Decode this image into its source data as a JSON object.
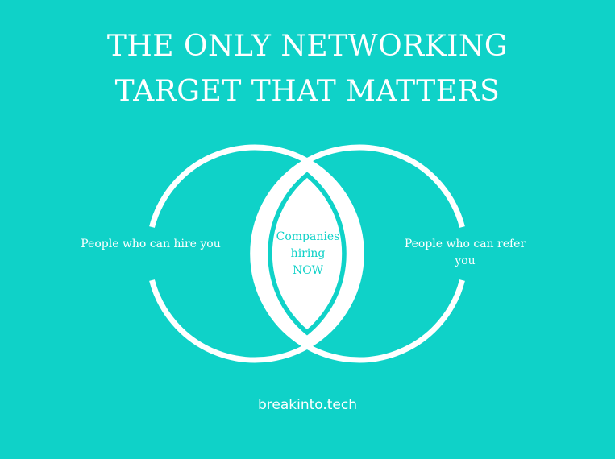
{
  "title": {
    "line1": "THE ONLY NETWORKING",
    "line2": "TARGET THAT MATTERS"
  },
  "venn": {
    "left_label": "People who can hire you",
    "right_label": "People who can refer you",
    "intersection_label_lines": [
      "Companies",
      "hiring",
      "NOW"
    ]
  },
  "footer": "breakinto.tech",
  "colors": {
    "background": "#0fd2c8",
    "foreground": "#ffffff"
  }
}
